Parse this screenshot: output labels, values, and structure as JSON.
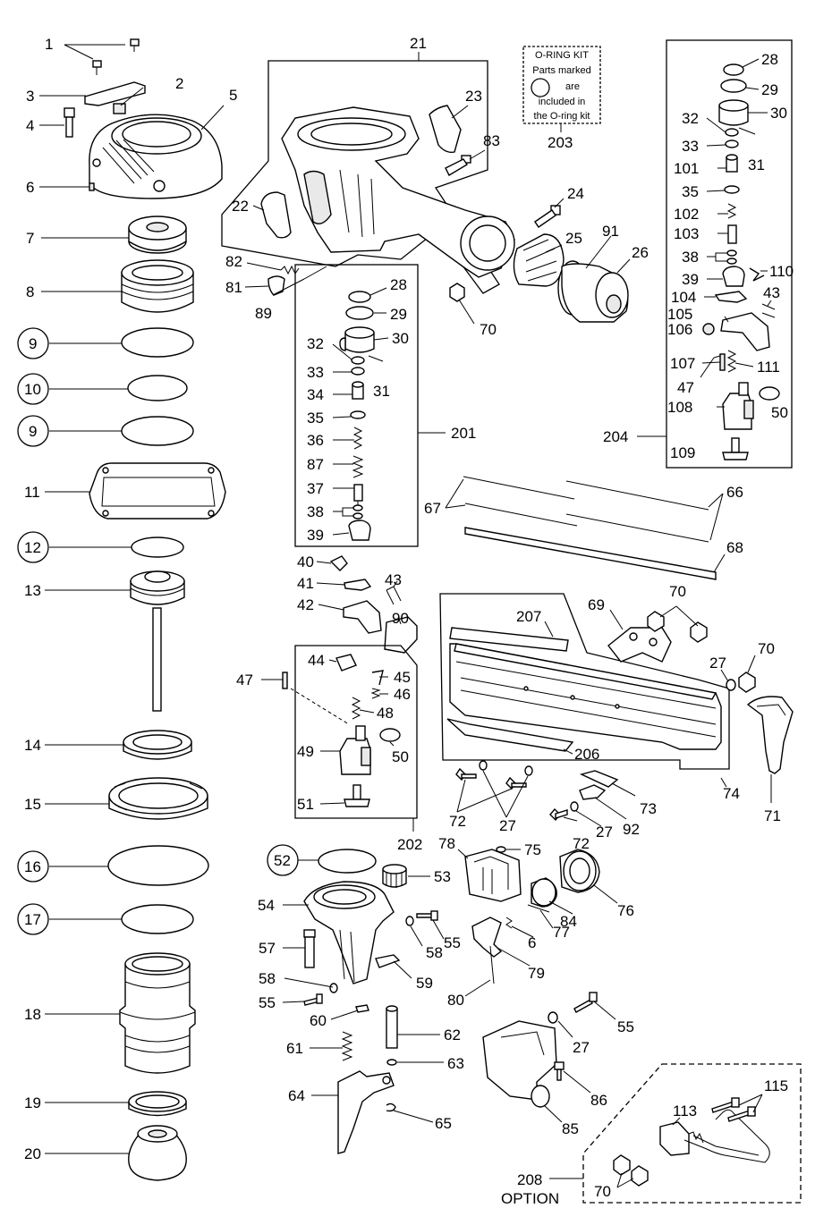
{
  "diagram": {
    "callouts": {
      "n1": "1",
      "n2": "2",
      "n3": "3",
      "n4": "4",
      "n5": "5",
      "n6": "6",
      "n7": "7",
      "n8": "8",
      "n9a": "9",
      "n10": "10",
      "n9b": "9",
      "n11": "11",
      "n12": "12",
      "n13": "13",
      "n14": "14",
      "n15": "15",
      "n16": "16",
      "n17": "17",
      "n18": "18",
      "n19": "19",
      "n20": "20",
      "n21": "21",
      "n22": "22",
      "n23": "23",
      "n24": "24",
      "n25": "25",
      "n26": "26",
      "n91": "91",
      "n83": "83",
      "n82": "82",
      "n81": "81",
      "n89": "89",
      "n70a": "70",
      "n28a": "28",
      "n29a": "29",
      "n30a": "30",
      "n32a": "32",
      "n33a": "33",
      "n31a": "31",
      "n34": "34",
      "n35a": "35",
      "n36": "36",
      "n87": "87",
      "n37": "37",
      "n38a": "38",
      "n39a": "39",
      "n201": "201",
      "n28b": "28",
      "n29b": "29",
      "n30b": "30",
      "n32b": "32",
      "n33b": "33",
      "n31b": "31",
      "n101": "101",
      "n35b": "35",
      "n102": "102",
      "n103": "103",
      "n38b": "38",
      "n39b": "39",
      "n110": "110",
      "n104": "104",
      "n43b": "43",
      "n105": "105",
      "n106": "106",
      "n107": "107",
      "n111": "111",
      "n47b": "47",
      "n108": "108",
      "n50b": "50",
      "n109": "109",
      "n204": "204",
      "n67": "67",
      "n66": "66",
      "n68": "68",
      "n40": "40",
      "n41": "41",
      "n43a": "43",
      "n42": "42",
      "n90": "90",
      "n47a": "47",
      "n44": "44",
      "n45": "45",
      "n46": "46",
      "n48": "48",
      "n49": "49",
      "n50a": "50",
      "n51": "51",
      "n202": "202",
      "n207": "207",
      "n69": "69",
      "n70b": "70",
      "n70c": "70",
      "n27a": "27",
      "n206": "206",
      "n74": "74",
      "n71": "71",
      "n72a": "72",
      "n27b": "27",
      "n72b": "72",
      "n27c": "27",
      "n92": "92",
      "n73": "73",
      "n52": "52",
      "n53": "53",
      "n54": "54",
      "n58a": "58",
      "n55a": "55",
      "n57": "57",
      "n58b": "58",
      "n55b": "55",
      "n59": "59",
      "n60": "60",
      "n61": "61",
      "n62": "62",
      "n63": "63",
      "n64": "64",
      "n65": "65",
      "n78": "78",
      "n75": "75",
      "n76": "76",
      "n84": "84",
      "n77": "77",
      "n6b": "6",
      "n79": "79",
      "n80": "80",
      "n27d": "27",
      "n55c": "55",
      "n86": "86",
      "n85": "85",
      "n113": "113",
      "n115": "115",
      "n70d": "70",
      "n208": "208",
      "n203": "203"
    },
    "option_label": "OPTION",
    "oring_kit": {
      "line1": "O-RING KIT",
      "line2": "Parts marked",
      "line3": "are",
      "line4": "included in",
      "line5": "the O-ring kit"
    }
  }
}
